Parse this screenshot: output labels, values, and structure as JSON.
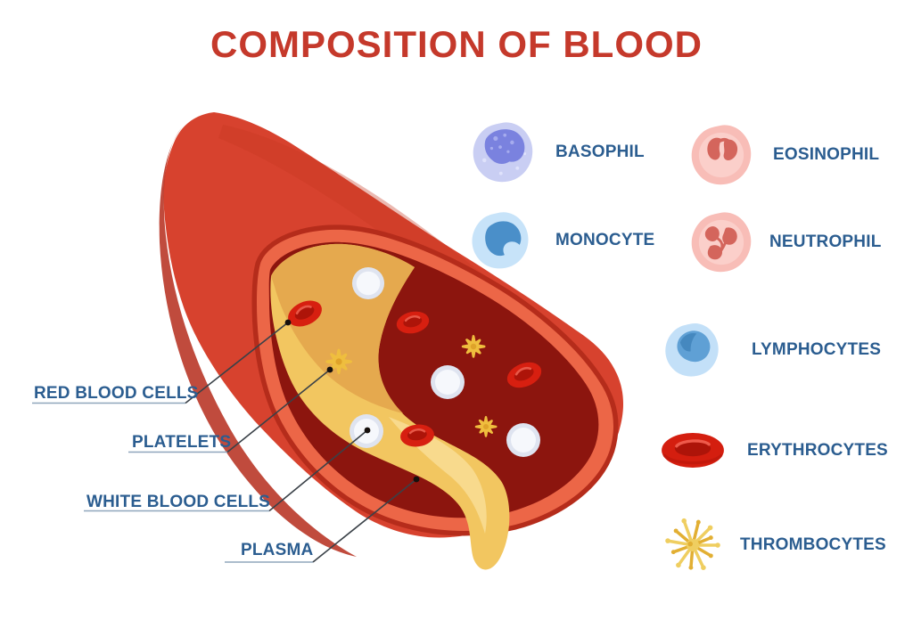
{
  "title": {
    "text": "COMPOSITION OF BLOOD"
  },
  "diagram": {
    "labels": [
      {
        "id": "red-blood-cells",
        "text": "RED BLOOD CELLS"
      },
      {
        "id": "platelets",
        "text": "PLATELETS"
      },
      {
        "id": "white-blood-cells",
        "text": "WHITE BLOOD CELLS"
      },
      {
        "id": "plasma",
        "text": "PLASMA"
      }
    ]
  },
  "legend": {
    "items": [
      {
        "id": "basophil",
        "label": "BASOPHIL"
      },
      {
        "id": "eosinophil",
        "label": "EOSINOPHIL"
      },
      {
        "id": "monocyte",
        "label": "MONOCYTE"
      },
      {
        "id": "neutrophil",
        "label": "NEUTROPHIL"
      },
      {
        "id": "lymphocytes",
        "label": "LYMPHOCYTES"
      },
      {
        "id": "erythrocytes",
        "label": "ERYTHROCYTES"
      },
      {
        "id": "thrombocytes",
        "label": "THROMBOCYTES"
      }
    ]
  },
  "colors": {
    "title-red": "#C5392B",
    "label-blue": "#2B5D90",
    "leader-line": "#3A4148",
    "underline-gray": "#8FA6BC",
    "vessel-red": "#D7422E",
    "vessel-dark-red": "#B52C1B",
    "vessel-rim": "#EC6647",
    "vessel-interior": "#8C150E",
    "plasma-gold": "#F2C660",
    "plasma-dark-gold": "#E5A94E",
    "plasma-highlight": "#F8DC92",
    "rbc-red": "#D71F10",
    "rbc-dark": "#AD1409",
    "wbc-body": "#DFE4F0",
    "wbc-center": "#F6F8FC",
    "platelet-gold": "#EFBE3E",
    "basophil-body": "#C9CEF3",
    "basophil-nucleus": "#7A82DF",
    "eosinophil-body": "#F8BDB7",
    "eosinophil-nucleus": "#D4655C",
    "monocyte-body": "#C7E3F9",
    "monocyte-nucleus": "#4A8FC9",
    "lymphocyte-body": "#C3E0F8",
    "lymphocyte-nucleus": "#5FA0D5",
    "erythrocyte-red": "#D41E0F",
    "thrombocyte-gold": "#EFCE60",
    "thrombocyte-dark": "#E2AF33"
  }
}
